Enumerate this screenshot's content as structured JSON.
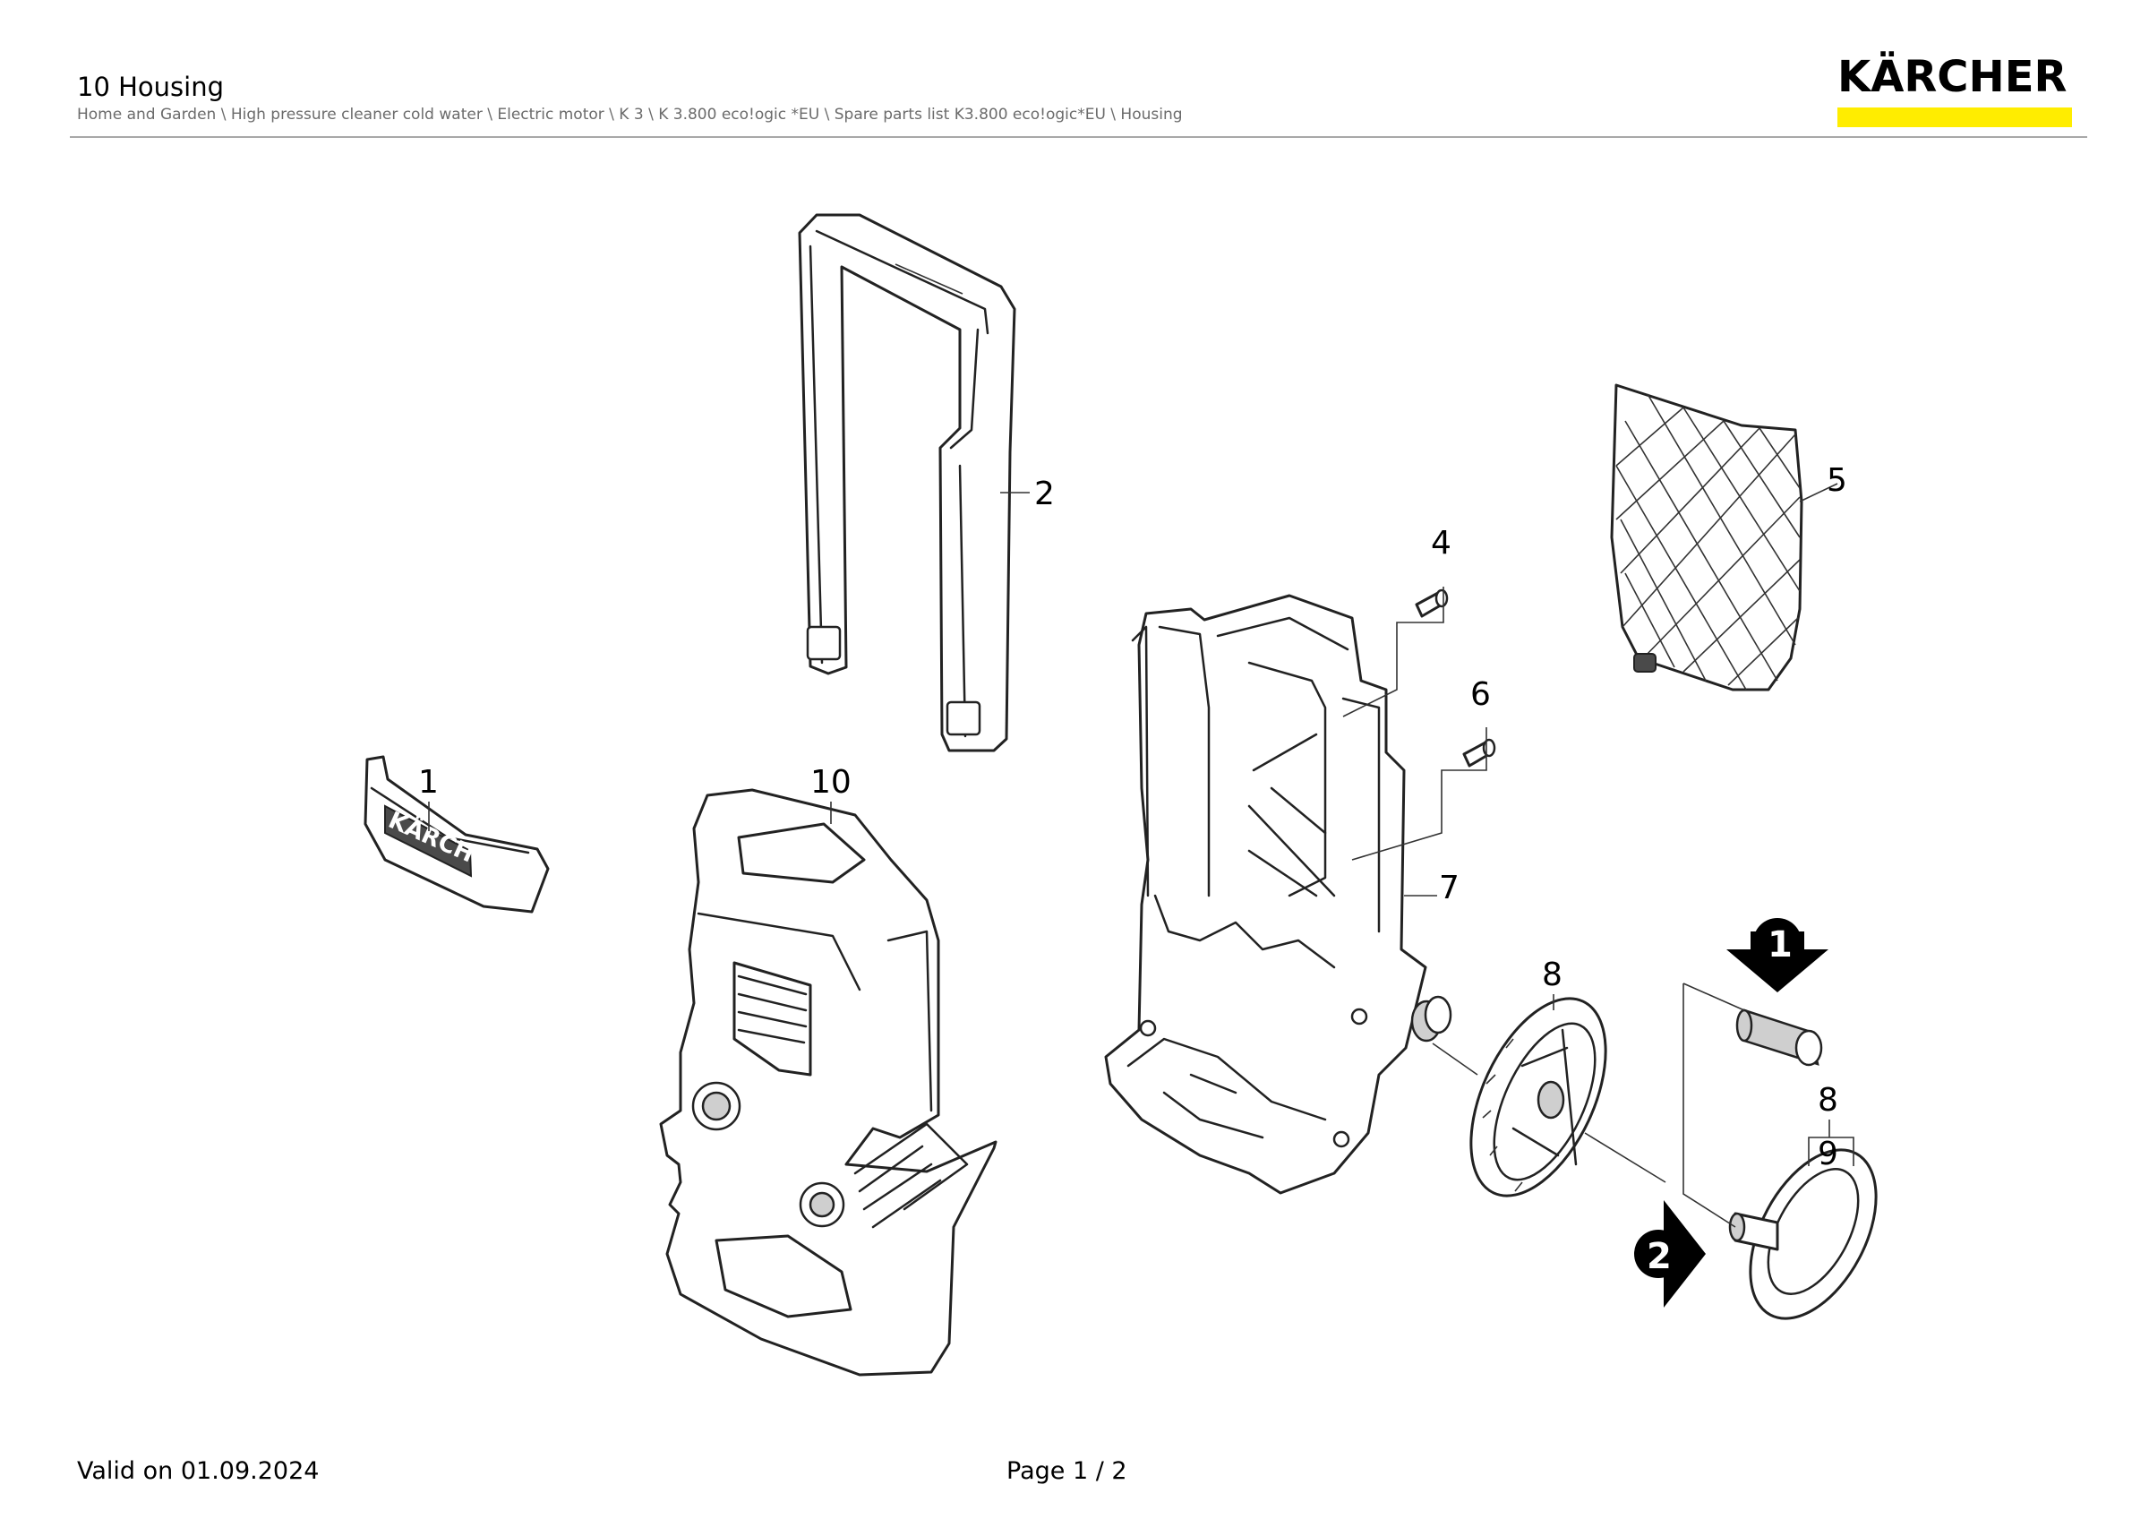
{
  "header": {
    "title": "10 Housing",
    "breadcrumb": "Home and Garden \\ High pressure cleaner cold water \\ Electric motor \\ K 3 \\ K 3.800 eco!ogic *EU \\ Spare parts list K3.800 eco!ogic*EU \\ Housing"
  },
  "logo": {
    "text": "KÄRCHER",
    "bar_color": "#ffed00"
  },
  "diagram": {
    "callouts": {
      "c1": "1",
      "c2": "2",
      "c4": "4",
      "c5": "5",
      "c6": "6",
      "c7": "7",
      "c8a": "8",
      "c8b": "8",
      "c9": "9",
      "c10": "10"
    },
    "markers": {
      "m1": "1",
      "m2": "2"
    },
    "decal_text": "KÄRCHER"
  },
  "footer": {
    "valid": "Valid on 01.09.2024",
    "page": "Page 1 / 2"
  }
}
